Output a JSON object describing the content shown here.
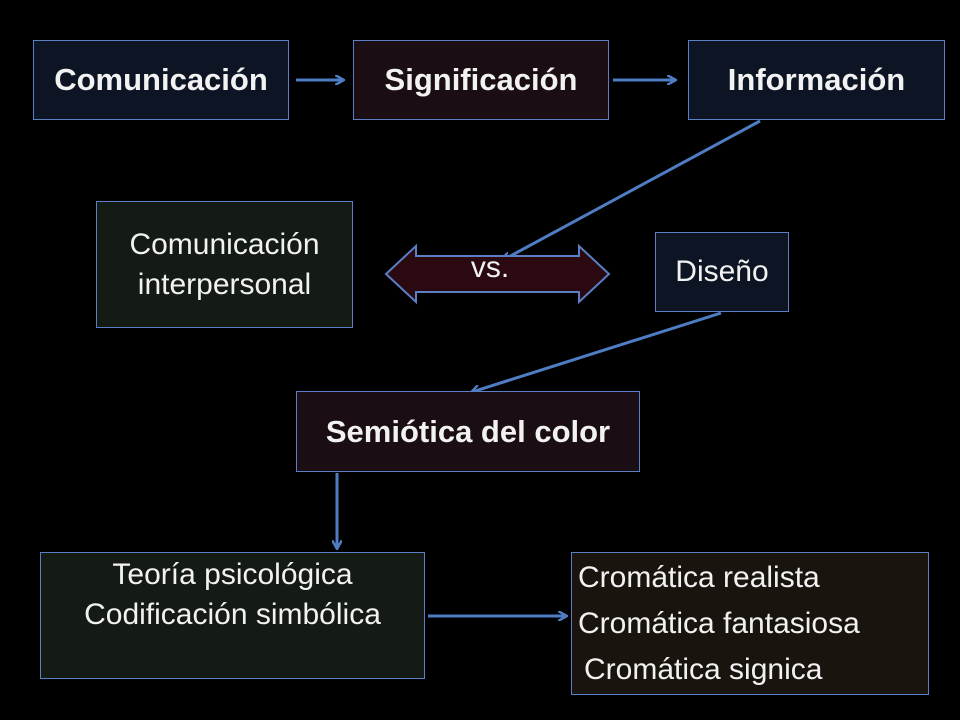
{
  "nodes": {
    "comunicacion": "Comunicación",
    "significacion": "Significación",
    "informacion": "Información",
    "interpersonal": [
      "Comunicación",
      "interpersonal"
    ],
    "vs": "vs.",
    "diseno": "Diseño",
    "semiotica": "Semiótica del color",
    "teoria": [
      "Teoría psicológica",
      "Codificación simbólica"
    ],
    "cromatica": [
      "Cromática realista",
      "Cromática fantasiosa",
      "Cromática signica"
    ]
  },
  "colors": {
    "background": "#000000",
    "arrow": "#4f7dc4",
    "box_border": "#5a7fc4",
    "double_arrow_fill": "#2a0a10",
    "text": "#f2f2f2"
  }
}
